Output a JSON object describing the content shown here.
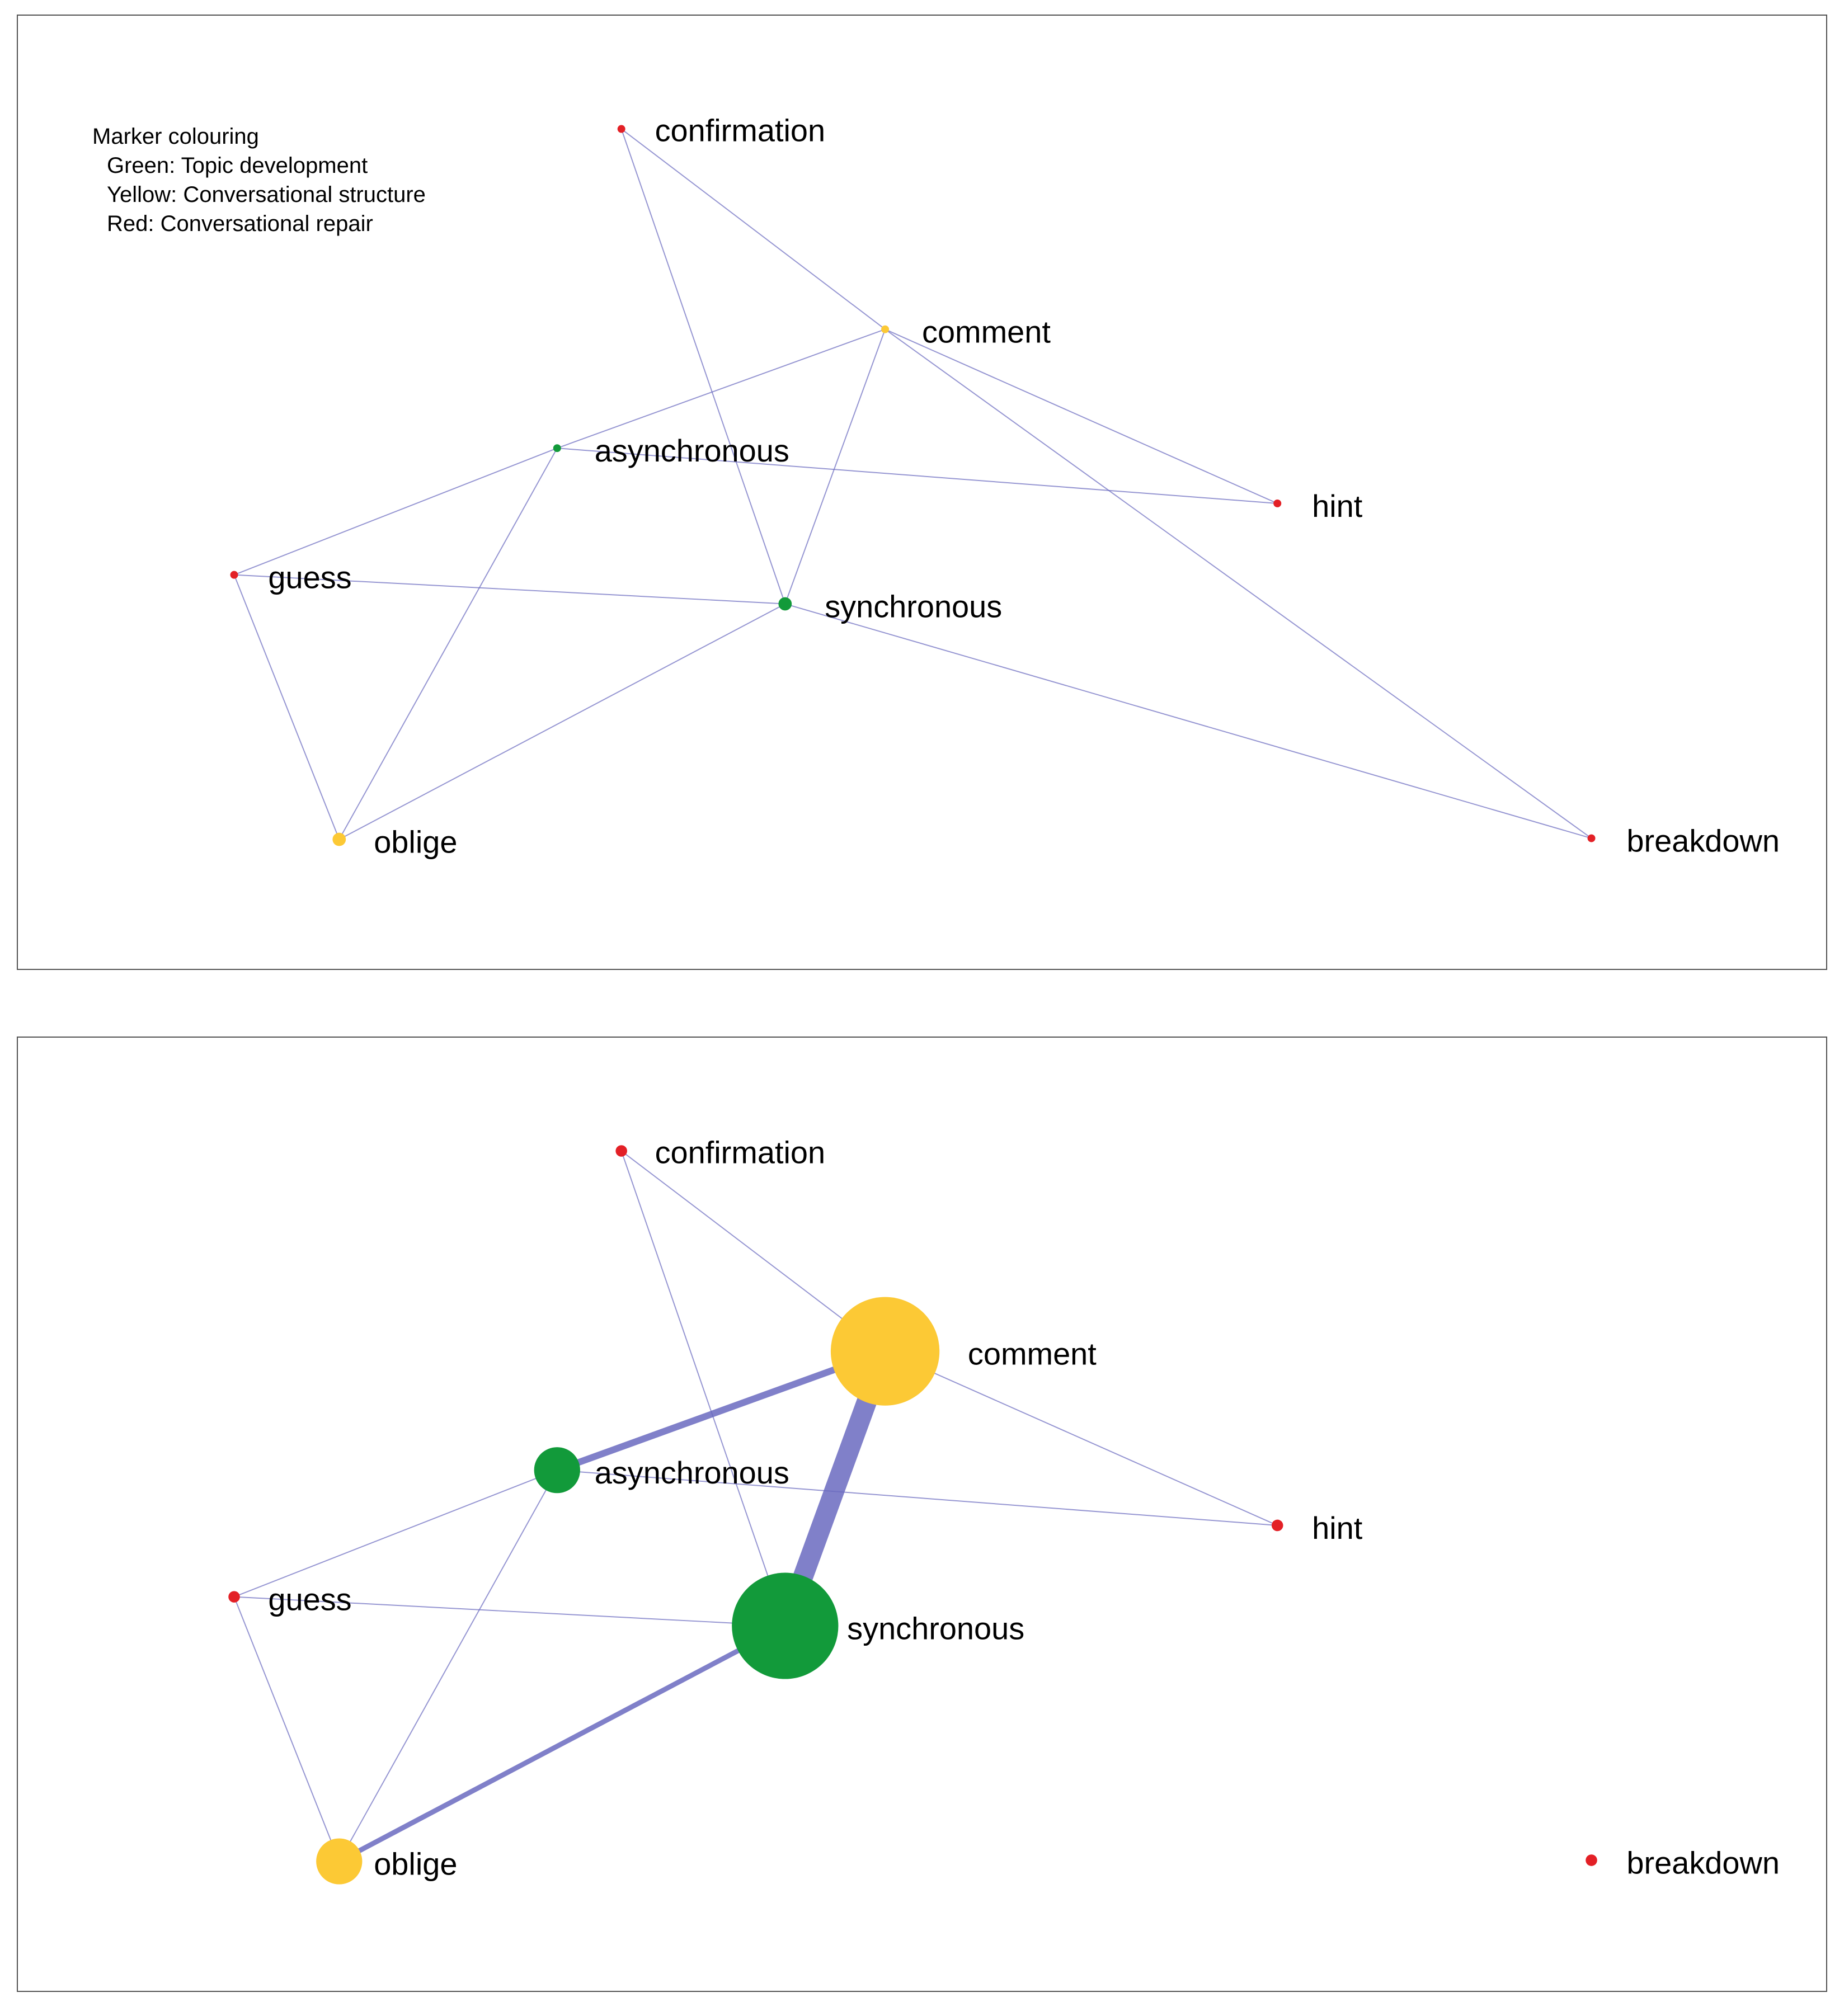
{
  "colors": {
    "topic_development": "#129a3a",
    "conversational_structure": "#fcc935",
    "conversational_repair": "#e32026",
    "edge": "#6a6abf"
  },
  "legend": {
    "title": "Marker colouring",
    "items": [
      {
        "label": "Green: Topic development",
        "category": "topic_development"
      },
      {
        "label": "Yellow: Conversational structure",
        "category": "conversational_structure"
      },
      {
        "label": "Red: Conversational repair",
        "category": "conversational_repair"
      }
    ]
  },
  "nodes": [
    {
      "id": "confirmation",
      "label": "confirmation",
      "category": "conversational_repair"
    },
    {
      "id": "comment",
      "label": "comment",
      "category": "conversational_structure"
    },
    {
      "id": "asynchronous",
      "label": "asynchronous",
      "category": "topic_development"
    },
    {
      "id": "hint",
      "label": "hint",
      "category": "conversational_repair"
    },
    {
      "id": "guess",
      "label": "guess",
      "category": "conversational_repair"
    },
    {
      "id": "synchronous",
      "label": "synchronous",
      "category": "topic_development"
    },
    {
      "id": "oblige",
      "label": "oblige",
      "category": "conversational_structure"
    },
    {
      "id": "breakdown",
      "label": "breakdown",
      "category": "conversational_repair"
    }
  ],
  "panels": [
    {
      "id": "top",
      "node_weight": {
        "confirmation": 1,
        "comment": 1,
        "asynchronous": 1,
        "hint": 1,
        "guess": 1,
        "synchronous": 2,
        "oblige": 2,
        "breakdown": 1
      },
      "edges": [
        {
          "source": "confirmation",
          "target": "comment",
          "weight": 1
        },
        {
          "source": "confirmation",
          "target": "synchronous",
          "weight": 1
        },
        {
          "source": "comment",
          "target": "asynchronous",
          "weight": 1
        },
        {
          "source": "comment",
          "target": "hint",
          "weight": 1
        },
        {
          "source": "comment",
          "target": "breakdown",
          "weight": 1
        },
        {
          "source": "comment",
          "target": "synchronous",
          "weight": 1
        },
        {
          "source": "asynchronous",
          "target": "hint",
          "weight": 1
        },
        {
          "source": "asynchronous",
          "target": "guess",
          "weight": 1
        },
        {
          "source": "asynchronous",
          "target": "oblige",
          "weight": 1
        },
        {
          "source": "guess",
          "target": "synchronous",
          "weight": 1
        },
        {
          "source": "guess",
          "target": "oblige",
          "weight": 1
        },
        {
          "source": "synchronous",
          "target": "oblige",
          "weight": 1
        },
        {
          "source": "synchronous",
          "target": "breakdown",
          "weight": 1
        }
      ]
    },
    {
      "id": "bottom",
      "node_weight": {
        "confirmation": 1,
        "comment": 25,
        "asynchronous": 5,
        "hint": 1,
        "guess": 1,
        "synchronous": 24,
        "oblige": 5,
        "breakdown": 1
      },
      "edges": [
        {
          "source": "confirmation",
          "target": "comment",
          "weight": 1
        },
        {
          "source": "confirmation",
          "target": "synchronous",
          "weight": 1
        },
        {
          "source": "comment",
          "target": "asynchronous",
          "weight": 4
        },
        {
          "source": "comment",
          "target": "hint",
          "weight": 1
        },
        {
          "source": "comment",
          "target": "synchronous",
          "weight": 12
        },
        {
          "source": "asynchronous",
          "target": "hint",
          "weight": 1
        },
        {
          "source": "asynchronous",
          "target": "guess",
          "weight": 1
        },
        {
          "source": "asynchronous",
          "target": "oblige",
          "weight": 1
        },
        {
          "source": "guess",
          "target": "synchronous",
          "weight": 1
        },
        {
          "source": "guess",
          "target": "oblige",
          "weight": 1
        },
        {
          "source": "synchronous",
          "target": "oblige",
          "weight": 3
        }
      ]
    }
  ]
}
